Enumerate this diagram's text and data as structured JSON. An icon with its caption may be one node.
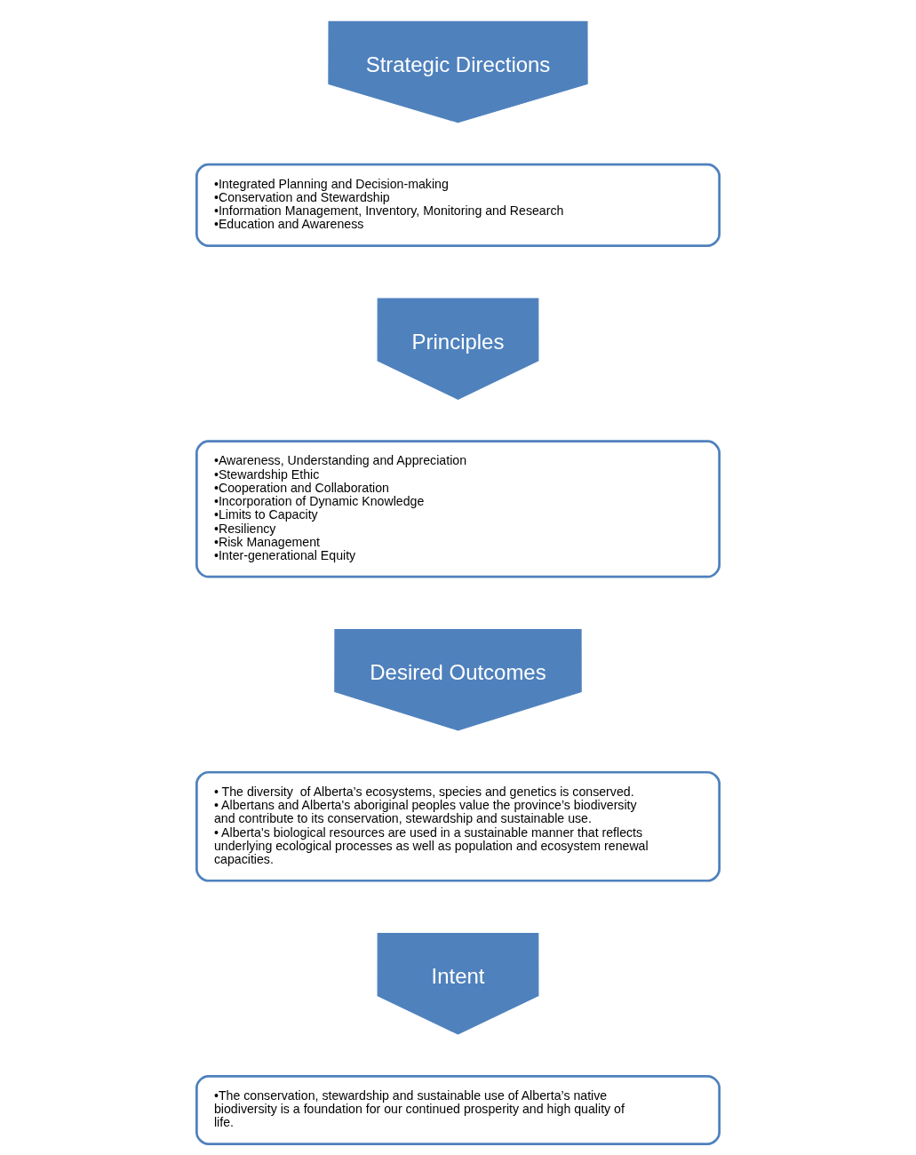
{
  "diagram": {
    "nodes": [
      {
        "text": [
          "Intent"
        ]
      },
      {
        "text": [
          "•The conservation, stewardship and sustainable use of Alberta’s native biodiversity is a foundation for our continued prosperity and high quality of life."
        ]
      },
      {
        "text": [
          "Desired Outcomes"
        ]
      },
      {
        "text": [
          "• The diversity  of Alberta’s ecosystems, species and genetics is conserved.",
          "• Albertans and Alberta's aboriginal peoples value the province’s biodiversity and contribute to its conservation, stewardship and sustainable use.",
          "• Alberta's biological resources are used in a sustainable manner that reflects underlying ecological processes as well as population and ecosystem renewal capacities."
        ]
      },
      {
        "text": [
          "Principles"
        ]
      },
      {
        "text": [
          "•Awareness, Understanding and Appreciation",
          "•Stewardship Ethic",
          "•Cooperation and Collaboration",
          "•Incorporation of Dynamic Knowledge",
          "•Limits to Capacity",
          "•Resiliency",
          "•Risk Management",
          "•Inter-generational Equity"
        ]
      },
      {
        "text": [
          "Strategic Directions"
        ]
      },
      {
        "text": [
          "•Integrated Planning and Decision-making",
          "•Conservation and Stewardship",
          "•Information Management, Inventory, Monitoring and Research",
          "•Education and Awareness"
        ]
      }
    ]
  }
}
